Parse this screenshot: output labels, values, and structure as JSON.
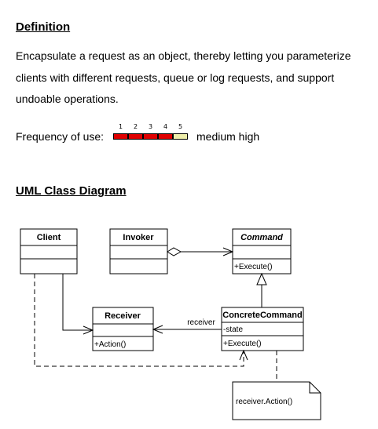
{
  "definition": {
    "heading": "Definition",
    "text": "Encapsulate a request as an object, thereby letting you parameterize clients with different requests, queue or log requests, and support undoable operations."
  },
  "frequency": {
    "label": "Frequency of use:",
    "scale": [
      "1",
      "2",
      "3",
      "4",
      "5"
    ],
    "level": 4,
    "max": 5,
    "level_text": "medium high",
    "colors": {
      "filled": "#e00000",
      "empty": "#eeeeaa"
    }
  },
  "uml": {
    "heading": "UML Class Diagram",
    "classes": {
      "client": {
        "name": "Client"
      },
      "invoker": {
        "name": "Invoker"
      },
      "command": {
        "name": "Command",
        "methods": [
          "+Execute()"
        ]
      },
      "receiver": {
        "name": "Receiver",
        "methods": [
          "+Action()"
        ]
      },
      "concrete": {
        "name": "ConcreteCommand",
        "attributes": [
          "-state"
        ],
        "methods": [
          "+Execute()"
        ]
      }
    },
    "association_label": "receiver",
    "note": "receiver.Action()"
  }
}
